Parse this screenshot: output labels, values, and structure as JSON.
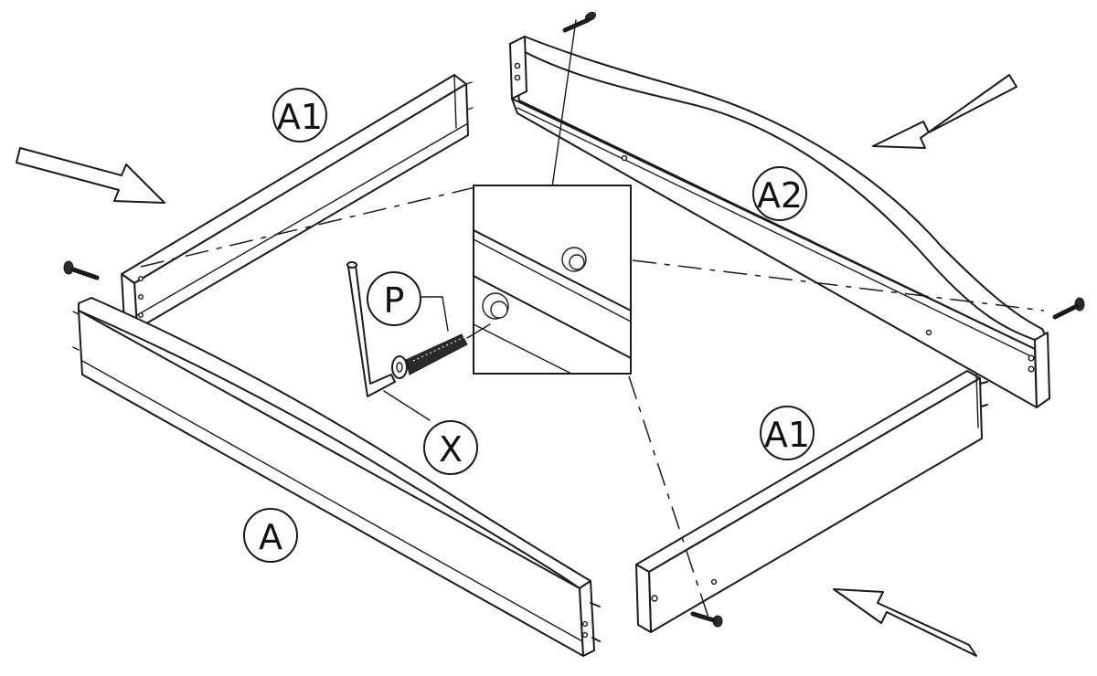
{
  "labels": {
    "rail_a1_top": "A1",
    "rail_a2": "A2",
    "rail_a1_bottom": "A1",
    "rail_a": "A",
    "bolt": "P",
    "hex_key": "X"
  },
  "icons": {
    "arrow": "hollow-direction-arrow",
    "screw": "wood-screw",
    "bolt": "connector-bolt",
    "key": "allen-key"
  },
  "colors": {
    "line": "#1a1a1a",
    "background": "#ffffff"
  }
}
